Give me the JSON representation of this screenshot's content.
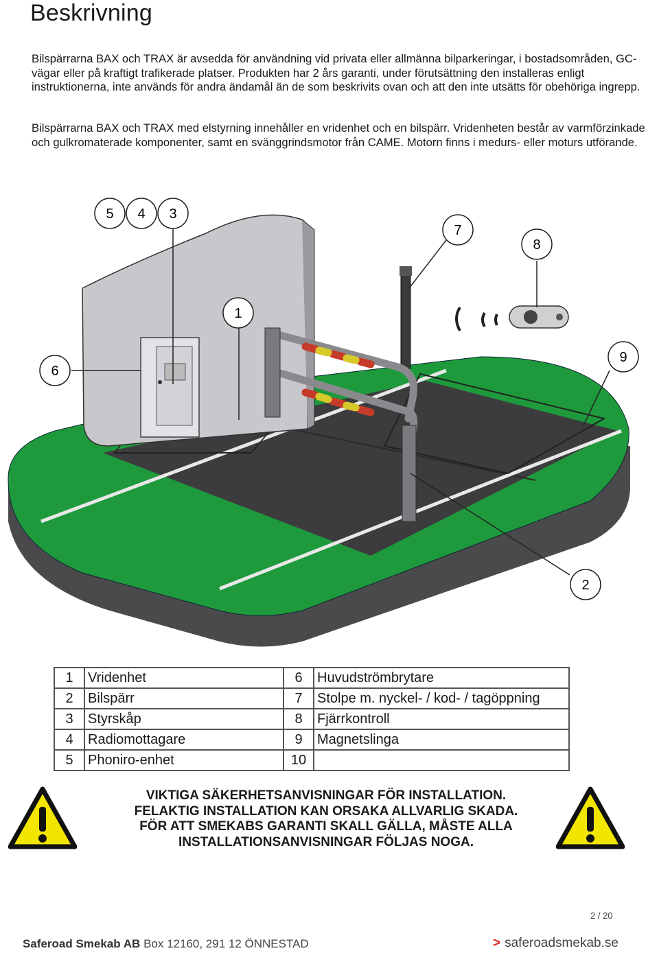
{
  "heading": "Beskrivning",
  "paragraphs": [
    "Bilspärrarna BAX och TRAX är avsedda för användning vid privata eller allmänna bilparkeringar, i bostadsområden, GC-vägar eller på kraftigt trafikerade platser. Produkten har 2 års garanti, under förutsättning den installeras enligt instruktionerna, inte används för andra ändamål än de som beskrivits ovan och att den inte utsätts för obehöriga ingrepp.",
    "Bilspärrarna BAX och TRAX med elstyrning innehåller en vridenhet och en bilspärr. Vridenheten består av varmförzinkade och gulkromaterade komponenter, samt en svänggrindsmotor från CAME. Motorn finns i medurs- eller moturs utförande."
  ],
  "callouts": [
    "5",
    "4",
    "3",
    "7",
    "8",
    "1",
    "6",
    "9",
    "2"
  ],
  "legend": [
    {
      "n1": "1",
      "l1": "Vridenhet",
      "n2": "6",
      "l2": "Huvudströmbrytare"
    },
    {
      "n1": "2",
      "l1": "Bilspärr",
      "n2": "7",
      "l2": "Stolpe m. nyckel- / kod- / tagöppning"
    },
    {
      "n1": "3",
      "l1": "Styrskåp",
      "n2": "8",
      "l2": "Fjärrkontroll"
    },
    {
      "n1": "4",
      "l1": "Radiomottagare",
      "n2": "9",
      "l2": "Magnetslinga"
    },
    {
      "n1": "5",
      "l1": "Phoniro-enhet",
      "n2": "10",
      "l2": ""
    }
  ],
  "warning_lines": [
    "VIKTIGA SÄKERHETSANVISNINGAR FÖR INSTALLATION.",
    "FELAKTIG INSTALLATION KAN ORSAKA ALLVARLIG SKADA.",
    "FÖR ATT SMEKABS GARANTI SKALL GÄLLA, MÅSTE ALLA",
    "INSTALLATIONSANVISNINGAR FÖLJAS NOGA."
  ],
  "page_number": "2 / 20",
  "footer": {
    "company": "Saferoad Smekab AB",
    "address": "Box 12160, 291 12 ÖNNESTAD",
    "website": "saferoadsmekab.se"
  },
  "icons": {
    "warning": "warning-triangle-icon",
    "website": "chevron-right-icon"
  },
  "colors": {
    "grass": "#1e9a3c",
    "asphalt": "#3c3c3e",
    "warning_yellow": "#f2e600",
    "accent_red": "#e2231a"
  }
}
